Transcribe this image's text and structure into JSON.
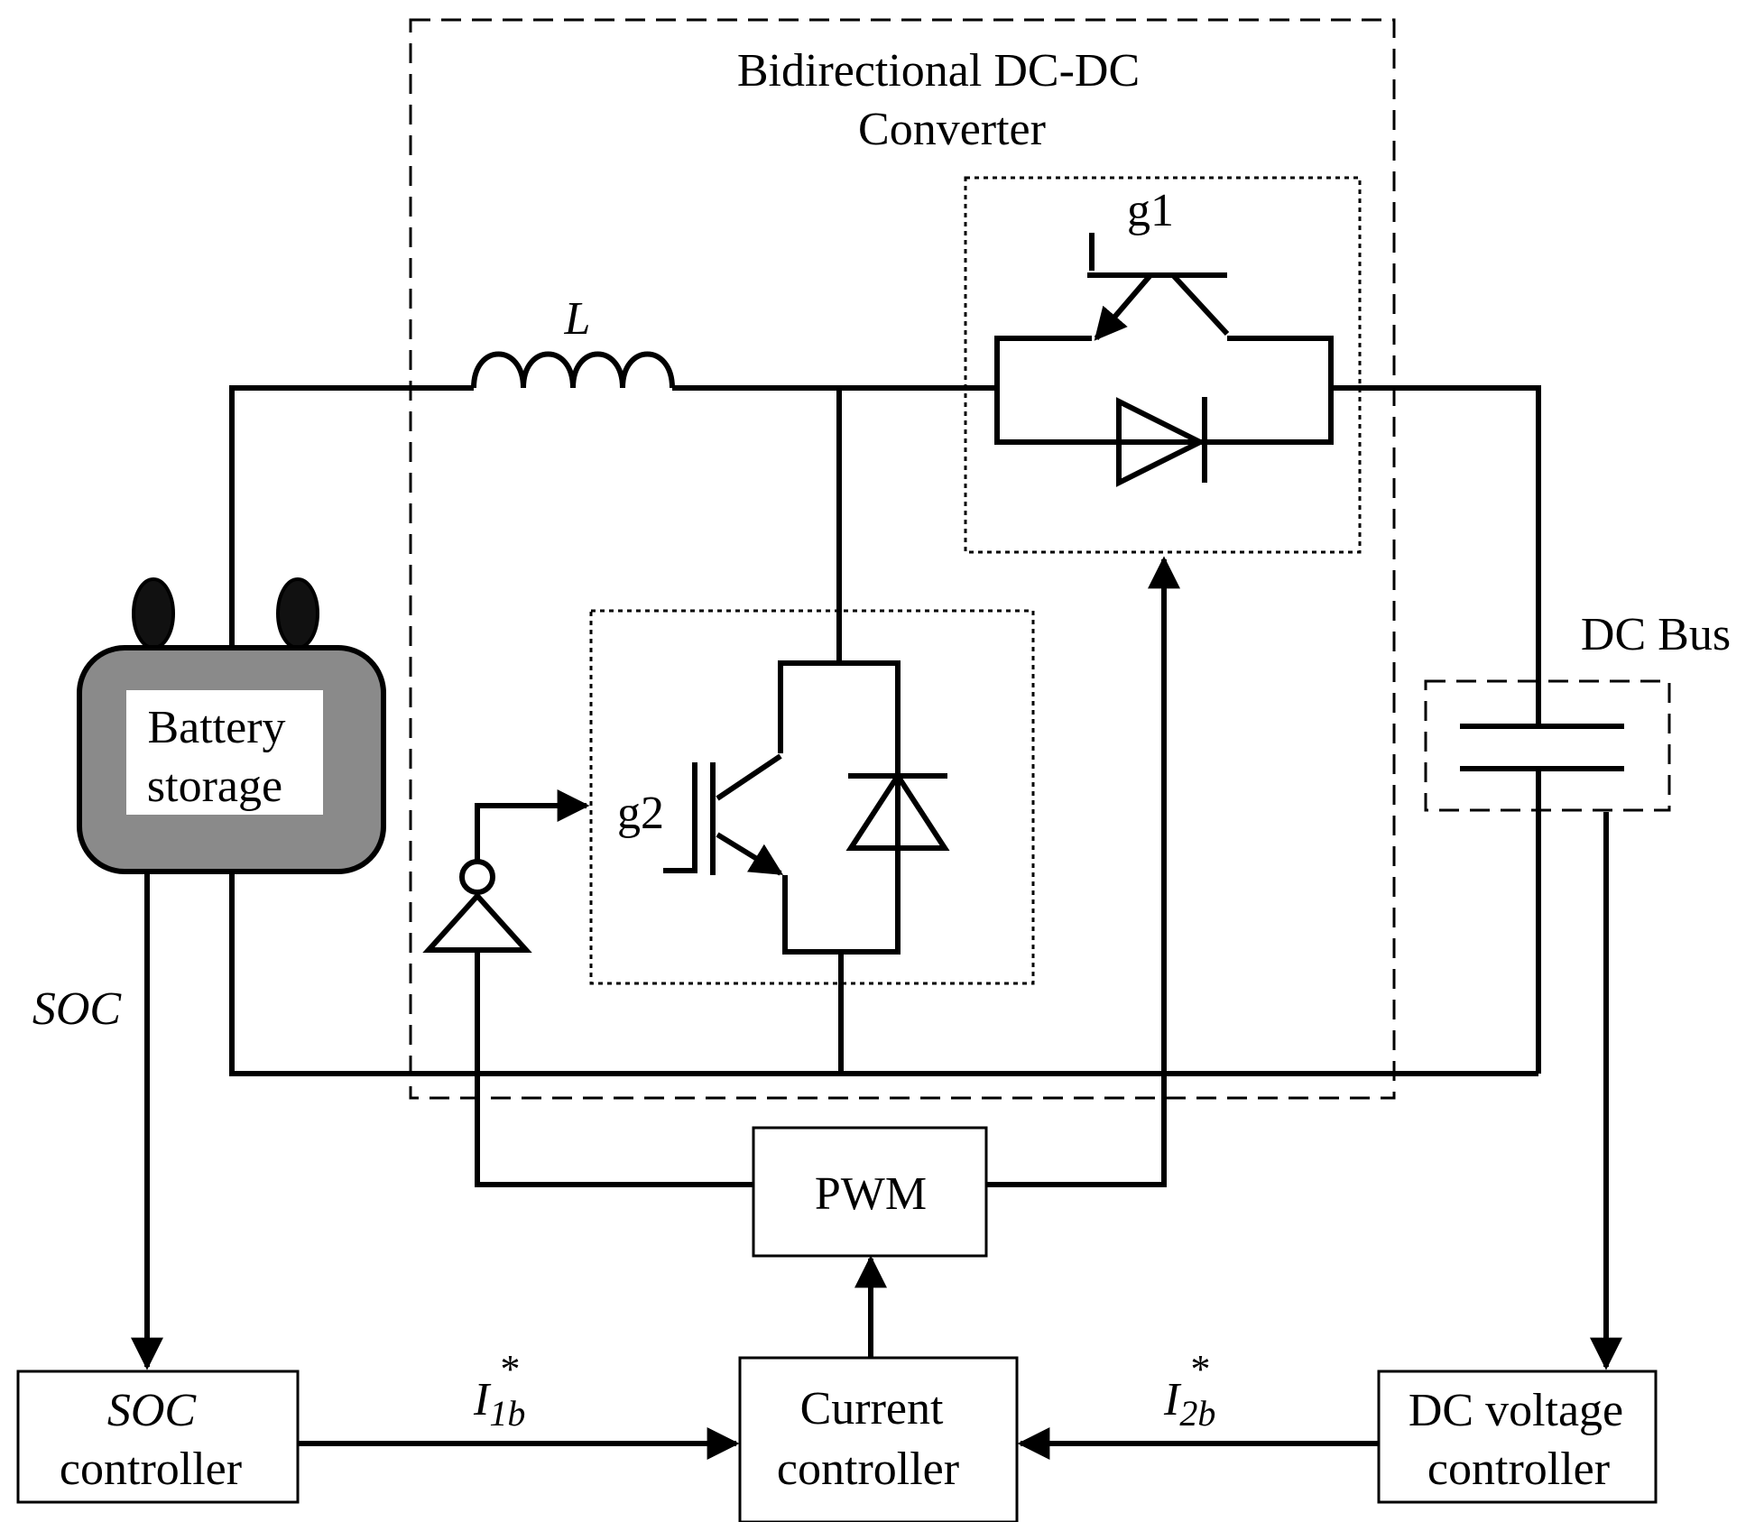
{
  "diagram": {
    "converter_title_line1": "Bidirectional DC-DC",
    "converter_title_line2": "Converter",
    "inductor_label": "L",
    "switch1_label": "g1",
    "switch2_label": "g2",
    "dc_bus_label": "DC Bus",
    "battery_label_line1": "Battery",
    "battery_label_line2": "storage",
    "soc_signal_label": "SOC",
    "pwm_label": "PWM",
    "soc_controller_line1": "SOC",
    "soc_controller_line2": "controller",
    "current_controller_line1": "Current",
    "current_controller_line2": "controller",
    "dc_voltage_controller_line1": "DC voltage",
    "dc_voltage_controller_line2": "controller",
    "i1b_main": "I",
    "i1b_sub": "1b",
    "i1b_sup": "*",
    "i2b_main": "I",
    "i2b_sub": "2b",
    "i2b_sup": "*"
  }
}
